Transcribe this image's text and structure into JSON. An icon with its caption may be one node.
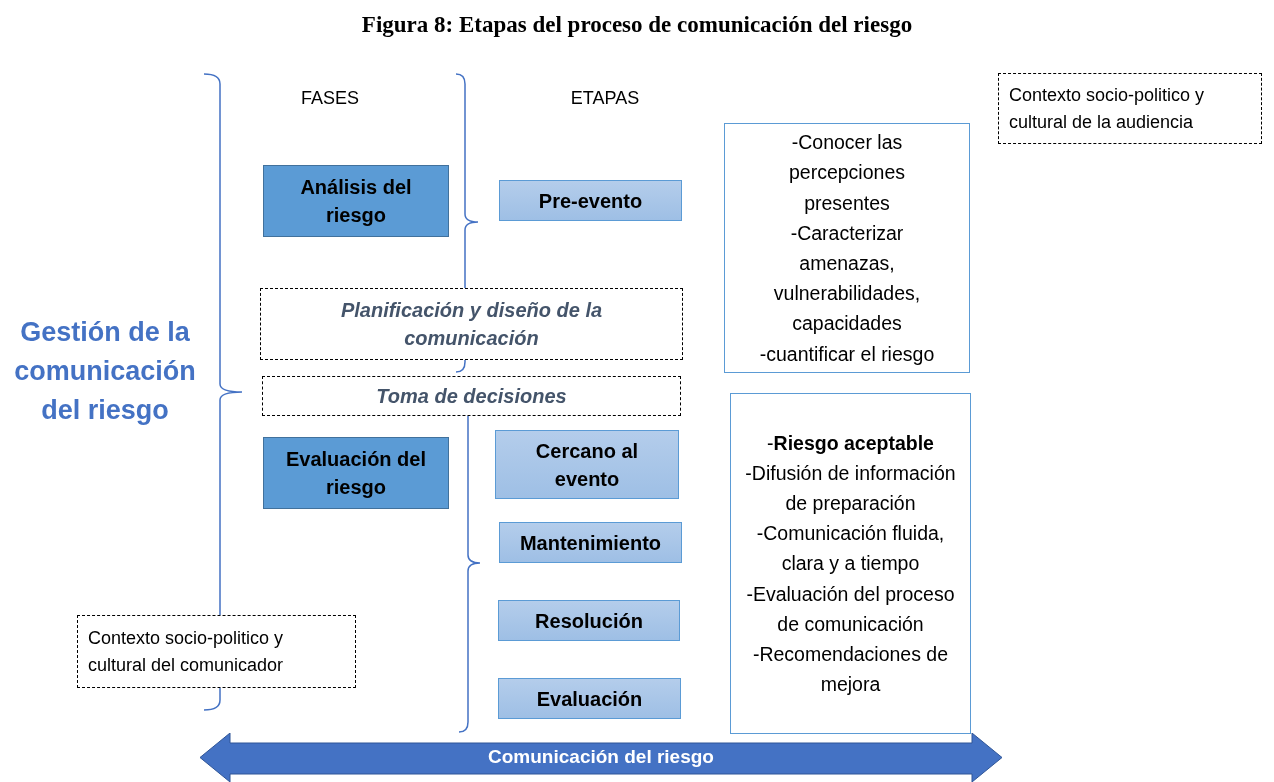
{
  "diagram": {
    "title": "Figura 8: Etapas del proceso de comunicación del riesgo",
    "nodes": [
      {
        "text": [
          "Análisis del riesgo"
        ]
      },
      {
        "text": [
          "Pre-evento"
        ]
      },
      {
        "text": [
          "Planificación y diseño de la comunicación"
        ]
      },
      {
        "text": [
          "Toma de decisiones"
        ]
      },
      {
        "text": [
          "Evaluación del riesgo"
        ]
      },
      {
        "text": [
          "Cercano al evento"
        ]
      },
      {
        "text": [
          "Mantenimiento"
        ]
      },
      {
        "text": [
          "Resolución"
        ]
      },
      {
        "text": [
          "Evaluación"
        ]
      },
      {
        "text": [
          "-Conocer las percepciones presentes",
          "-Caracterizar amenazas, vulnerabilidades, capacidades",
          "-cuantificar el riesgo"
        ]
      },
      {
        "text": [
          "-**Riesgo aceptable**",
          "-Difusión de información de preparación",
          "-Comunicación fluida, clara y a tiempo",
          "-Evaluación del proceso de comunicación",
          "-Recomendaciones de mejora"
        ]
      },
      {
        "text": [
          "Contexto socio-politico y cultural de la audiencia"
        ]
      },
      {
        "text": [
          "Contexto socio-politico y cultural del comunicador"
        ]
      },
      {
        "text": [
          "Comunicación del riesgo"
        ]
      }
    ],
    "edges": [],
    "labels": [
      "FASES",
      "ETAPAS",
      "Gestión de la comunicación del riesgo"
    ]
  }
}
